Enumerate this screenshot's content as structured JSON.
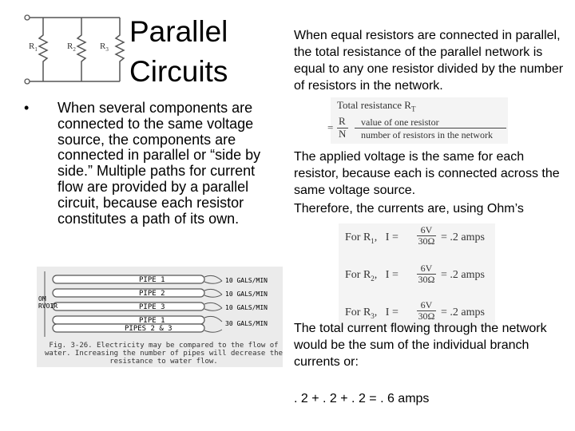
{
  "title": {
    "line1": "Parallel",
    "line2": "Circuits"
  },
  "schematic": {
    "r1": "R",
    "r1_sub": "1",
    "r2": "R",
    "r2_sub": "2",
    "r3": "R",
    "r3_sub": "3"
  },
  "bullet": "When several components are connected to the same voltage source, the components are connected in parallel or “side by side.” Multiple paths for current flow are provided by a parallel circuit, because each resistor constitutes a path of its own.",
  "figure": {
    "reservoir_line1": "OM",
    "reservoir_line2": "RVOIR",
    "pipes": [
      {
        "label": "PIPE 1",
        "flow": "10 GALS/MIN"
      },
      {
        "label": "PIPE 2",
        "flow": "10 GALS/MIN"
      },
      {
        "label": "PIPE 3",
        "flow": "10 GALS/MIN"
      },
      {
        "label": "PIPE 1",
        "flow": "30 GALS/MIN"
      },
      {
        "label": "PIPES  2 & 3",
        "flow": ""
      }
    ],
    "caption": "Fig. 3-26. Electricity may be compared to the flow of water. Increasing the number of pipes will decrease the resistance to water flow."
  },
  "right": {
    "para1": "When equal resistors are connected in parallel, the total resistance of the parallel network is equal to any one resistor divided by the number of resistors in the network.",
    "formula": {
      "header": "Total resistance R",
      "header_sub": "T",
      "r": "R",
      "n": "N",
      "num_label": "value of one resistor",
      "den_label": "number of resistors in the network",
      "equals": "="
    },
    "para2": "The applied voltage is the same for each resistor, because each is connected across the same voltage source.",
    "para3": "Therefore, the currents are, using Ohm’s",
    "ohm": [
      {
        "prefix": "For R",
        "sub": "1",
        "i": "I",
        "num": "6V",
        "den": "30Ω",
        "result": "= .2 amps"
      },
      {
        "prefix": "For R",
        "sub": "2",
        "i": "I",
        "num": "6V",
        "den": "30Ω",
        "result": "= .2 amps"
      },
      {
        "prefix": "For R",
        "sub": "3",
        "i": "I",
        "num": "6V",
        "den": "30Ω",
        "result": "= .2 amps"
      }
    ],
    "para4": "The total current flowing through the network would be the sum of the individual branch currents or:",
    "sum": ". 2 + . 2 + . 2 = . 6 amps"
  }
}
